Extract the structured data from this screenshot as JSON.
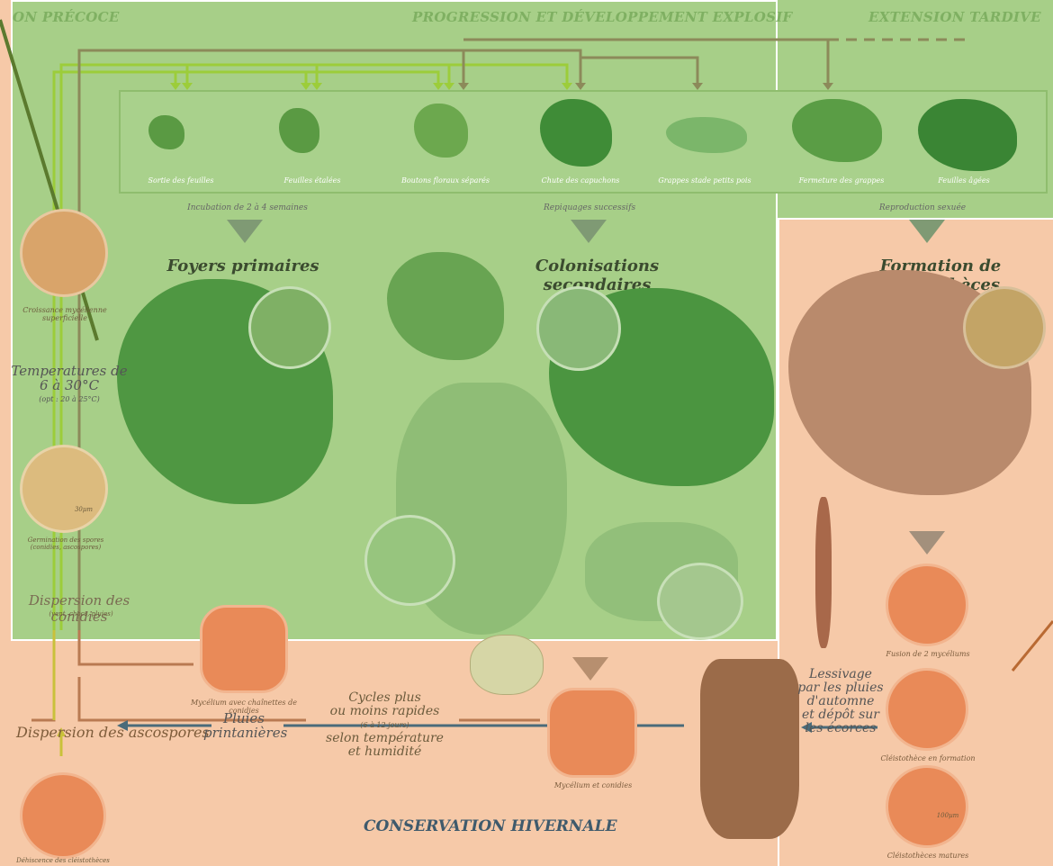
{
  "headers": {
    "left": "ON PRÉCOCE",
    "middle": "PROGRESSION ET DÉVELOPPEMENT EXPLOSIF",
    "right": "EXTENSION TARDIVE"
  },
  "stages": [
    "Sortie des feuilles",
    "Feuilles étalées",
    "Boutons floraux séparés",
    "Chute des capuchons",
    "Grappes stade petits pois",
    "Fermeture des grappes",
    "Feuilles âgées"
  ],
  "notes": {
    "incubation": "Incubation de 2 à 4 semaines",
    "repiquages": "Repiquages successifs",
    "reproduction": "Reproduction sexuée"
  },
  "titles": {
    "foyers": "Foyers primaires",
    "colonisations": "Colonisations secondaires",
    "formation": "Formation de cléistothèces"
  },
  "left_column": {
    "croissance": "Croissance mycélienne superficielle",
    "temperature_line1": "Temperatures de",
    "temperature_line2": "6 à 30°C",
    "temperature_opt": "(opt : 20 à 25°C)",
    "germination": "Germination des spores (conidies, ascospores)",
    "scale_germination": "30µm",
    "dispersion_conidies": "Dispersion des conidies",
    "dispersion_conidies_sub": "(vent, chocs, pluies)",
    "dispersion_ascospores": "Dispersion des ascospores",
    "dehiscence": "Déhiscence des cléistothèces"
  },
  "center_bottom": {
    "mycelium_chainettes": "Mycélium avec chaînettes de conidies",
    "cycles_line1": "Cycles plus",
    "cycles_line2": "ou moins rapides",
    "cycles_sub": "(6 à 12 jours)",
    "cycles_line3": "selon température",
    "cycles_line4": "et humidité",
    "mycelium_conidies": "Mycélium et conidies",
    "pluies_line1": "Pluies",
    "pluies_line2": "printanières",
    "conservation": "CONSERVATION HIVERNALE"
  },
  "right_column": {
    "fusion": "Fusion de 2 mycéliums",
    "lessivage_1": "Lessivage",
    "lessivage_2": "par les pluies",
    "lessivage_3": "d'automne",
    "lessivage_4": "et dépôt sur",
    "lessivage_5": "les écorces",
    "cleisto_formation": "Cléistothèce en formation",
    "cleisto_matures": "Cléistothèces matures",
    "scale_matures": "100µm"
  },
  "colors": {
    "green": "#a7cf88",
    "peach": "#f6c9a8",
    "arrow_light_green": "#9ccd3a",
    "arrow_olive": "#8c8a5a",
    "arrow_blue": "#4a6b7a",
    "arrow_brown": "#b97a52"
  }
}
